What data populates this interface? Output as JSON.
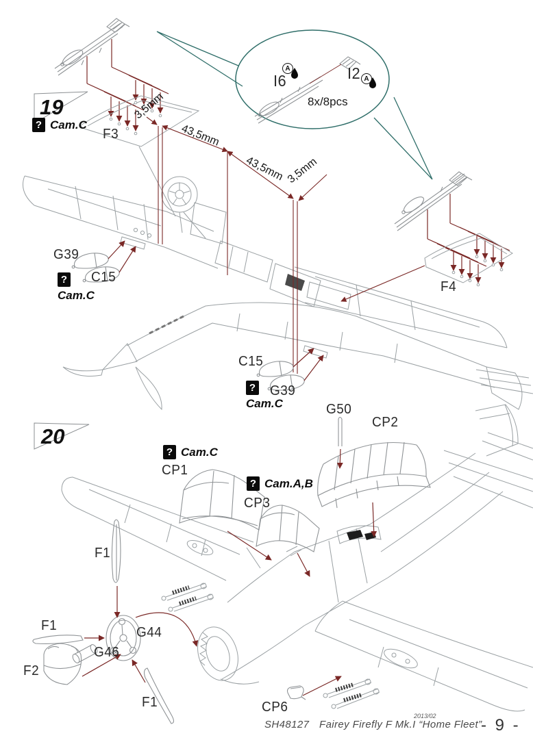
{
  "icons": {
    "question_mark": "?",
    "paint_drop_code": "A"
  },
  "notes": {
    "cam_c": "Cam.C",
    "cam_ab": "Cam.A,B"
  },
  "step19": {
    "number": "19",
    "panels": {
      "left": "F3",
      "right": "F4"
    },
    "dims": [
      "3,5mm",
      "43,5mm",
      "43,5mm",
      "3,5mm"
    ],
    "tanks_left": {
      "upper": "G39",
      "lower": "C15"
    },
    "tanks_mid": {
      "upper": "C15",
      "lower": "G39"
    },
    "inset": {
      "rocket_body": "I6",
      "rocket_fins": "I2",
      "quantity": "8x/8pcs"
    }
  },
  "step20": {
    "number": "20",
    "parts": {
      "cp1": "CP1",
      "cp2": "CP2",
      "cp3": "CP3",
      "cp6": "CP6",
      "g50": "G50",
      "blade_upper": "F1",
      "blade_left": "F1",
      "blade_lower": "F1",
      "spinner": "F2",
      "shaft": "G46",
      "hub": "G44"
    }
  },
  "footer": {
    "kit_number": "SH48127",
    "kit_title": "Fairey Firefly F Mk.I “Home Fleet”",
    "date": "2013/02",
    "page": "- 9 -"
  }
}
